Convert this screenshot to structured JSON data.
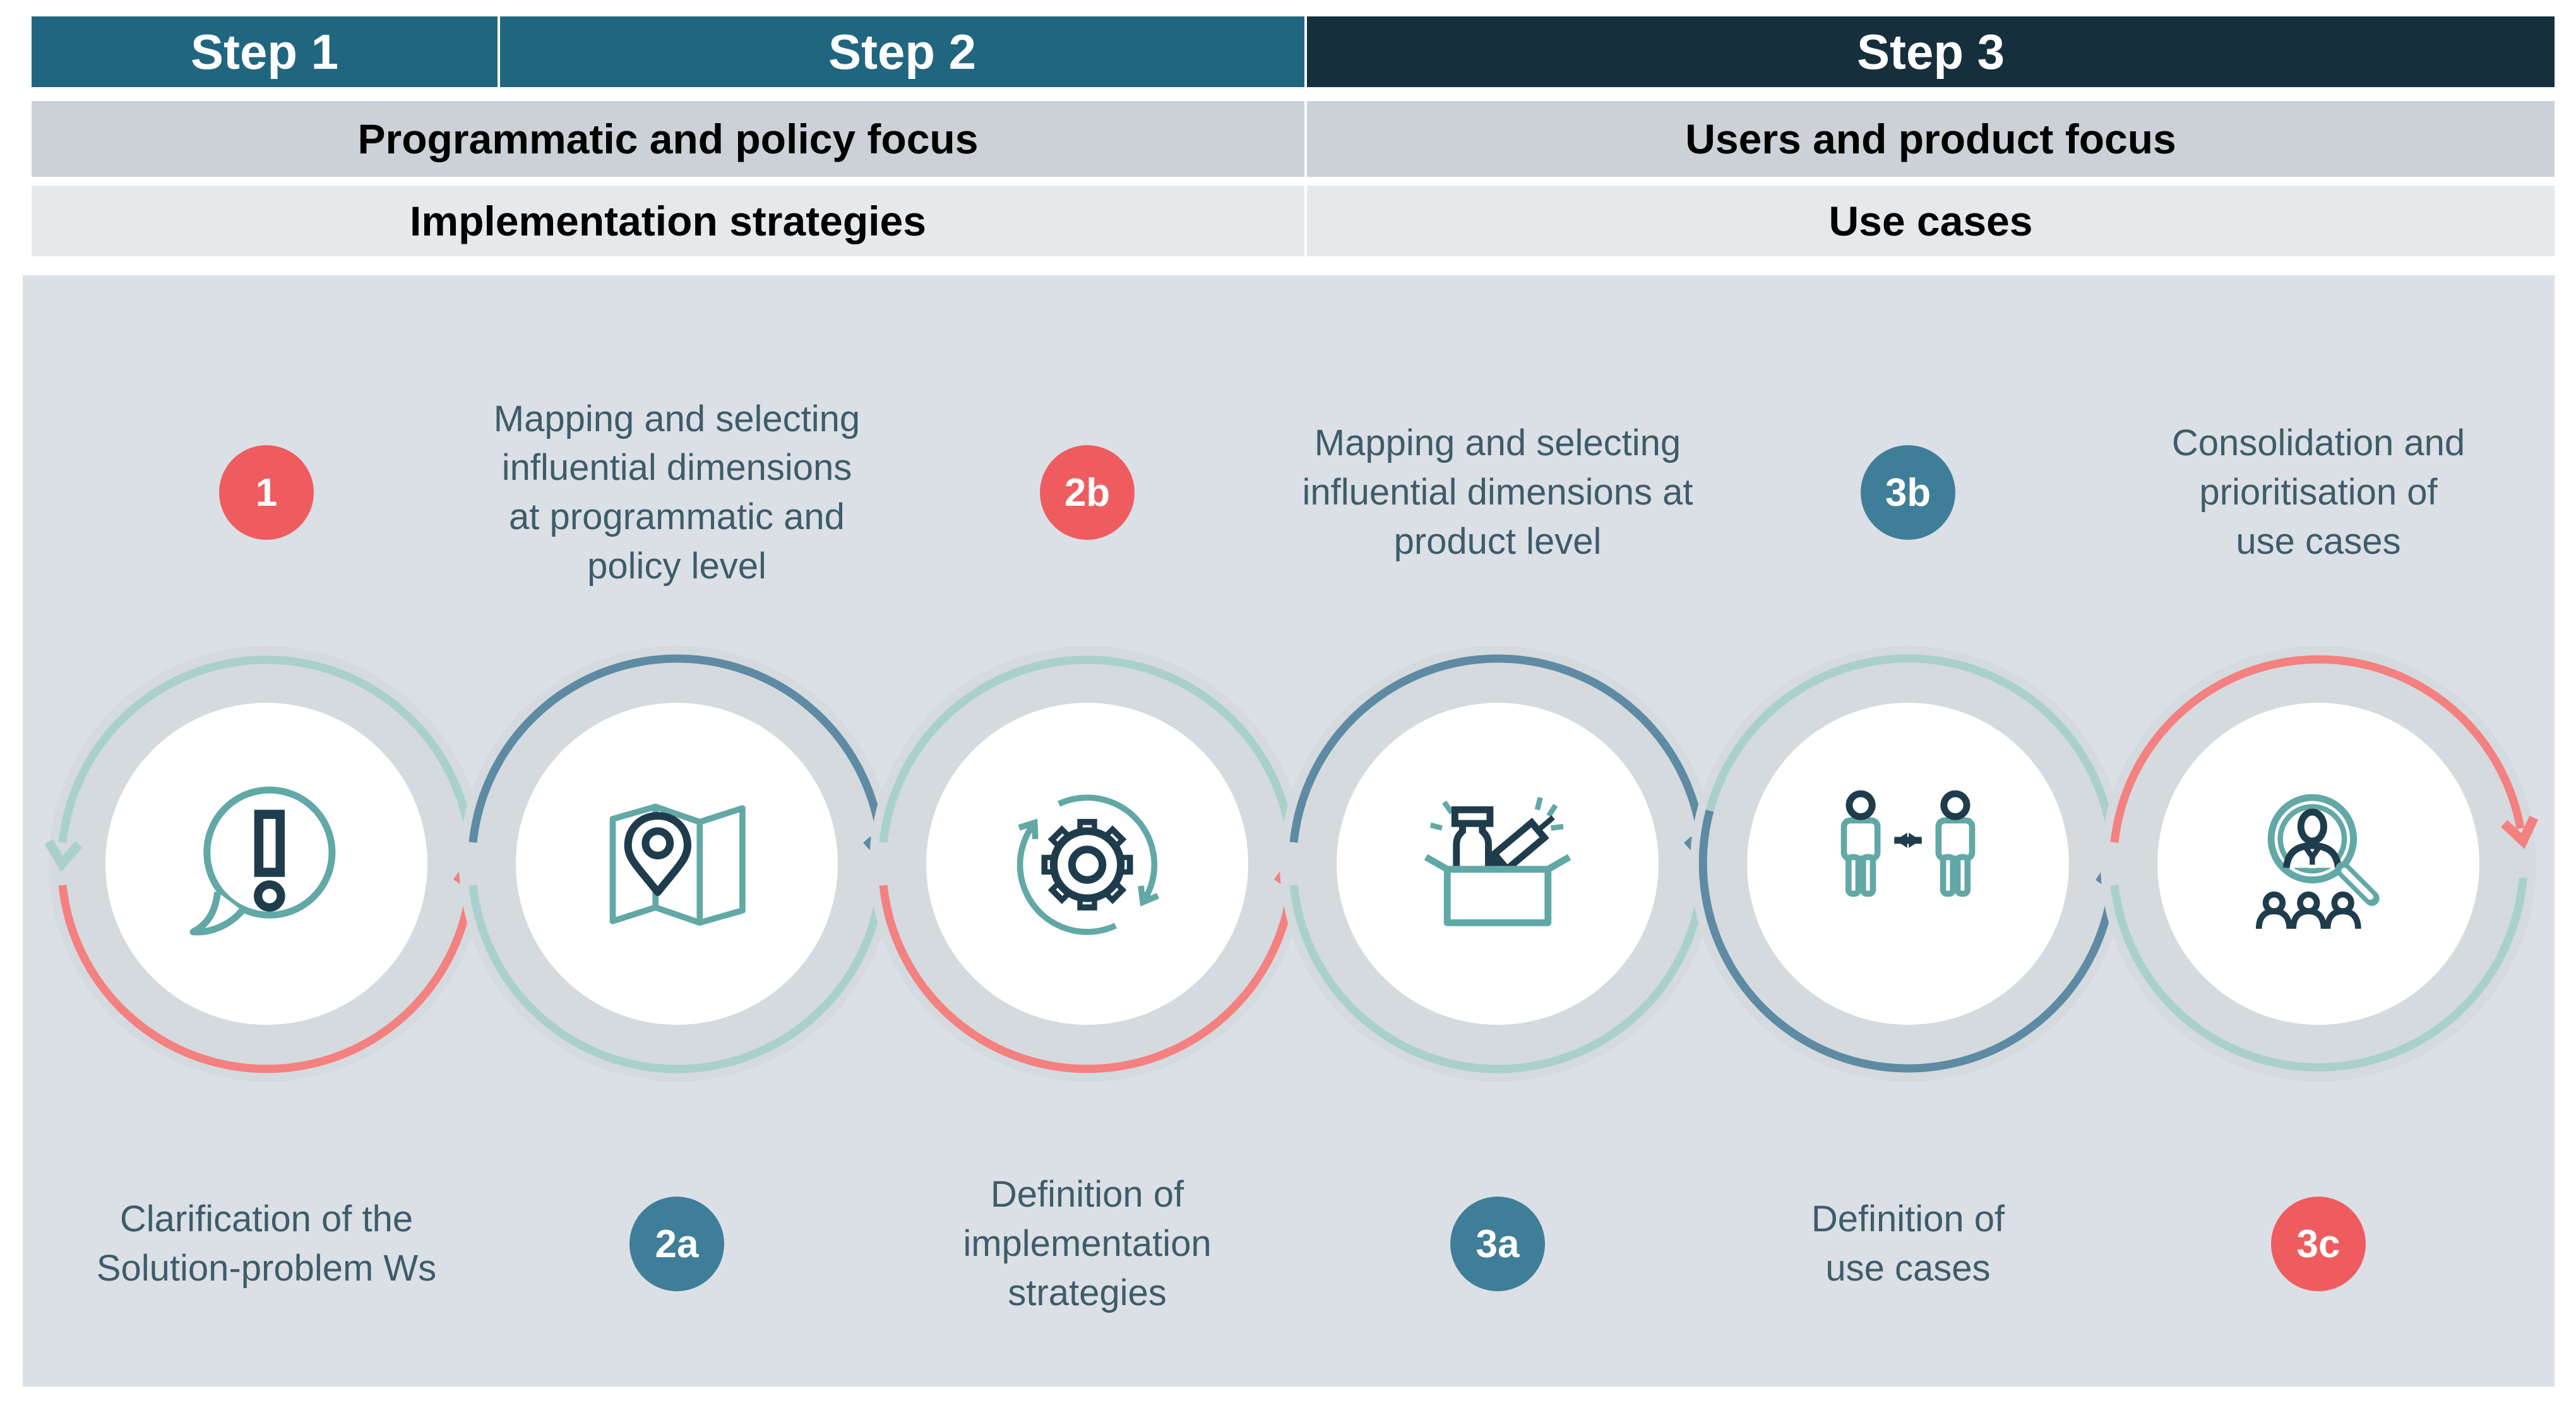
{
  "palette": {
    "step12_header": "#21667f",
    "step3_header": "#152f3c",
    "focus_row_bg": "#cbd1d7",
    "output_row_bg": "#e5e9ec",
    "panel_bg": "#dbe0e6",
    "circle_disc_bg": "#d4dade",
    "circle_fill": "#ffffff",
    "coral_badge": "#ef5c60",
    "teal_badge": "#3f7e98",
    "arc_light_teal": "#a9d0cc",
    "arc_coral": "#f48080",
    "arc_steel_blue": "#5e8ba3",
    "icon_teal": "#61a8a6",
    "icon_navy": "#1e3c4c",
    "label_text": "#3e5c6a"
  },
  "header": {
    "step_row": [
      {
        "label": "Step 1"
      },
      {
        "label": "Step 2"
      },
      {
        "label": "Step 3"
      }
    ],
    "focus_row": [
      {
        "label": "Programmatic and policy focus"
      },
      {
        "label": "Users and product focus"
      }
    ],
    "output_row": [
      {
        "label": "Implementation strategies"
      },
      {
        "label": "Use cases"
      }
    ]
  },
  "process": {
    "stages": [
      {
        "icon": "speech-bubble-exclamation-icon",
        "badge": "1",
        "badge_color": "coral",
        "badge_position": "top",
        "label": "Clarification of the\nSolution-problem Ws",
        "label_position": "bottom"
      },
      {
        "icon": "map-location-pin-icon",
        "badge": "2a",
        "badge_color": "teal",
        "badge_position": "bottom",
        "label": "Mapping and selecting\ninfluential dimensions\nat programmatic and\npolicy level",
        "label_position": "top"
      },
      {
        "icon": "gear-refresh-icon",
        "badge": "2b",
        "badge_color": "coral",
        "badge_position": "top",
        "label": "Definition of\nimplementation\nstrategies",
        "label_position": "bottom"
      },
      {
        "icon": "vaccine-box-icon",
        "badge": "3a",
        "badge_color": "teal",
        "badge_position": "bottom",
        "label": "Mapping and selecting\ninfluential dimensions at\nproduct level",
        "label_position": "top"
      },
      {
        "icon": "people-exchange-icon",
        "badge": "3b",
        "badge_color": "teal",
        "badge_position": "top",
        "label": "Definition of\nuse cases",
        "label_position": "bottom"
      },
      {
        "icon": "user-search-icon",
        "badge": "3c",
        "badge_color": "coral",
        "badge_position": "bottom",
        "label": "Consolidation and\nprioritisation of\nuse cases",
        "label_position": "top"
      }
    ]
  }
}
